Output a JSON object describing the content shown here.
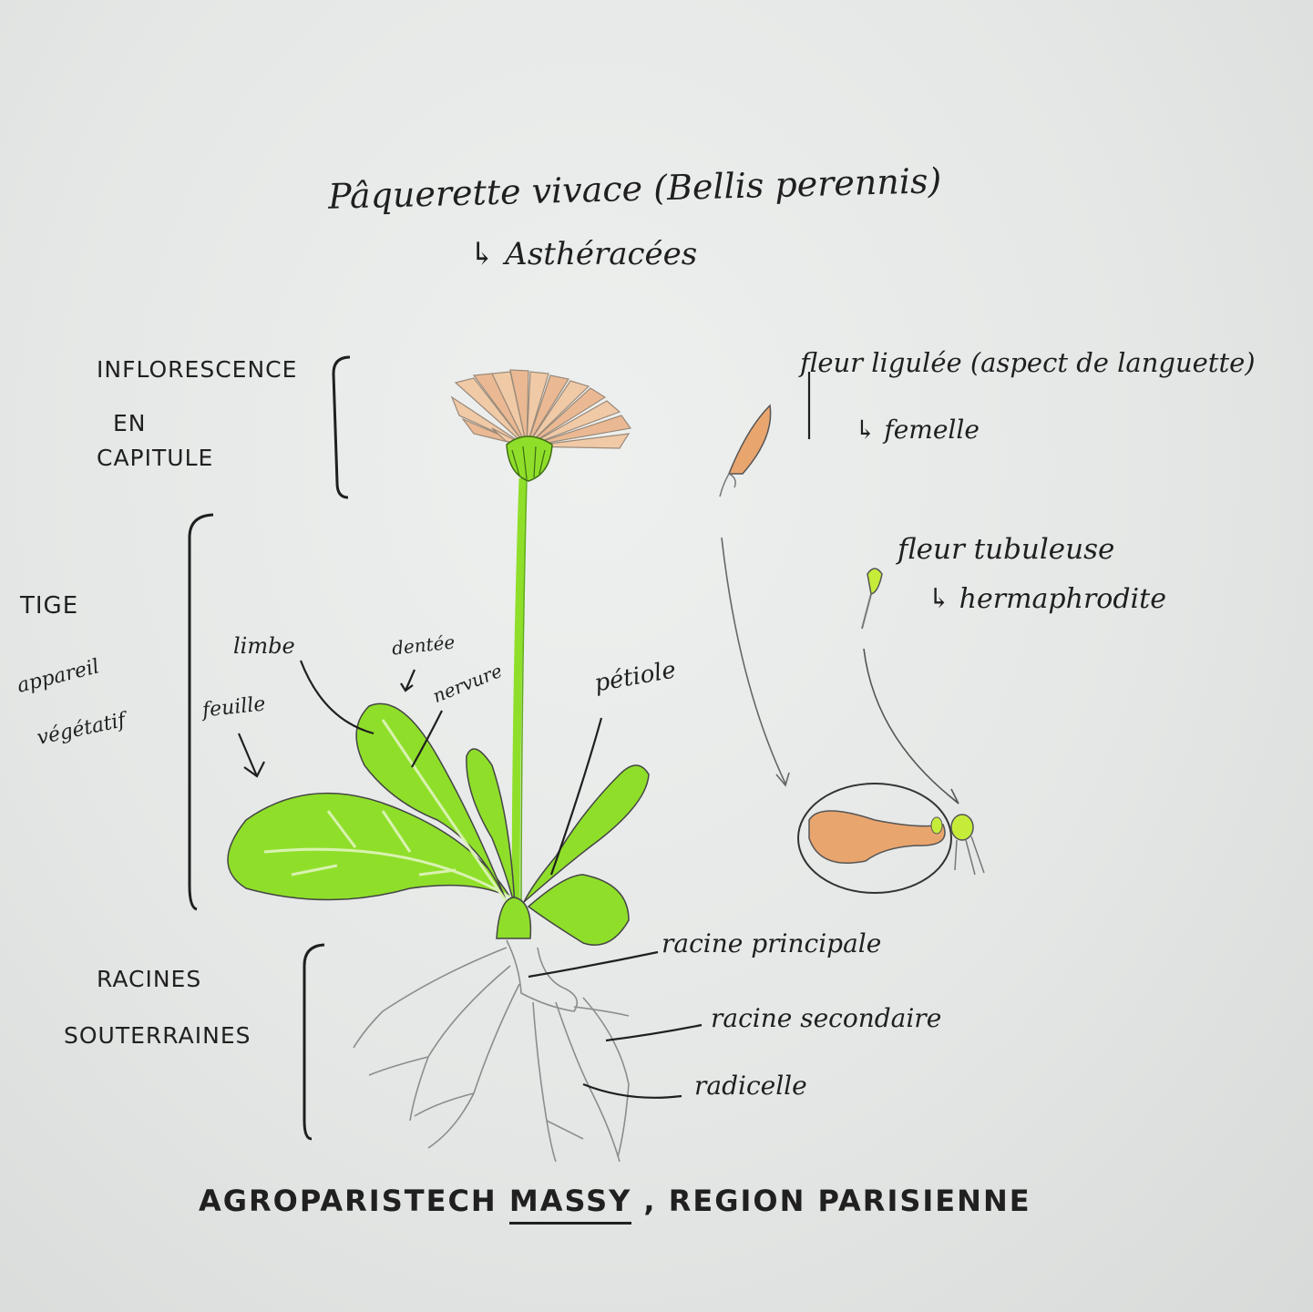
{
  "title": "Pâquerette vivace (Bellis perennis)",
  "family": "↳ Asthéracées",
  "sections": {
    "inflorescence": [
      "INFLORESCENCE",
      "EN",
      "CAPITULE"
    ],
    "tige": "TIGE",
    "appareil": [
      "appareil",
      "végétatif"
    ],
    "racines": [
      "RACINES",
      "SOUTERRAINES"
    ]
  },
  "labels": {
    "limbe": "limbe",
    "feuille": "feuille",
    "dentee": "dentée",
    "nervure": "nervure",
    "petiole": "pétiole",
    "racine_principale": "racine principale",
    "racine_secondaire": "racine secondaire",
    "radicelle": "radicelle"
  },
  "flowers": {
    "ligulee": {
      "name": "fleur ligulée (aspect de languette)",
      "sex": "↳ femelle"
    },
    "tubuleuse": {
      "name": "fleur tubuleuse",
      "sex": "↳ hermaphrodite"
    }
  },
  "footer": {
    "before": "AGROPARISTECH ",
    "underlined": "MASSY",
    "after": " , REGION PARISIENNE"
  },
  "colors": {
    "leaf": "#8fdf2a",
    "leaf_dark": "#5fae1a",
    "petal": "#f0c9a6",
    "petal_orange": "#e9a56e",
    "ink": "#1f1f1f",
    "pencil": "#8c8c8c"
  }
}
